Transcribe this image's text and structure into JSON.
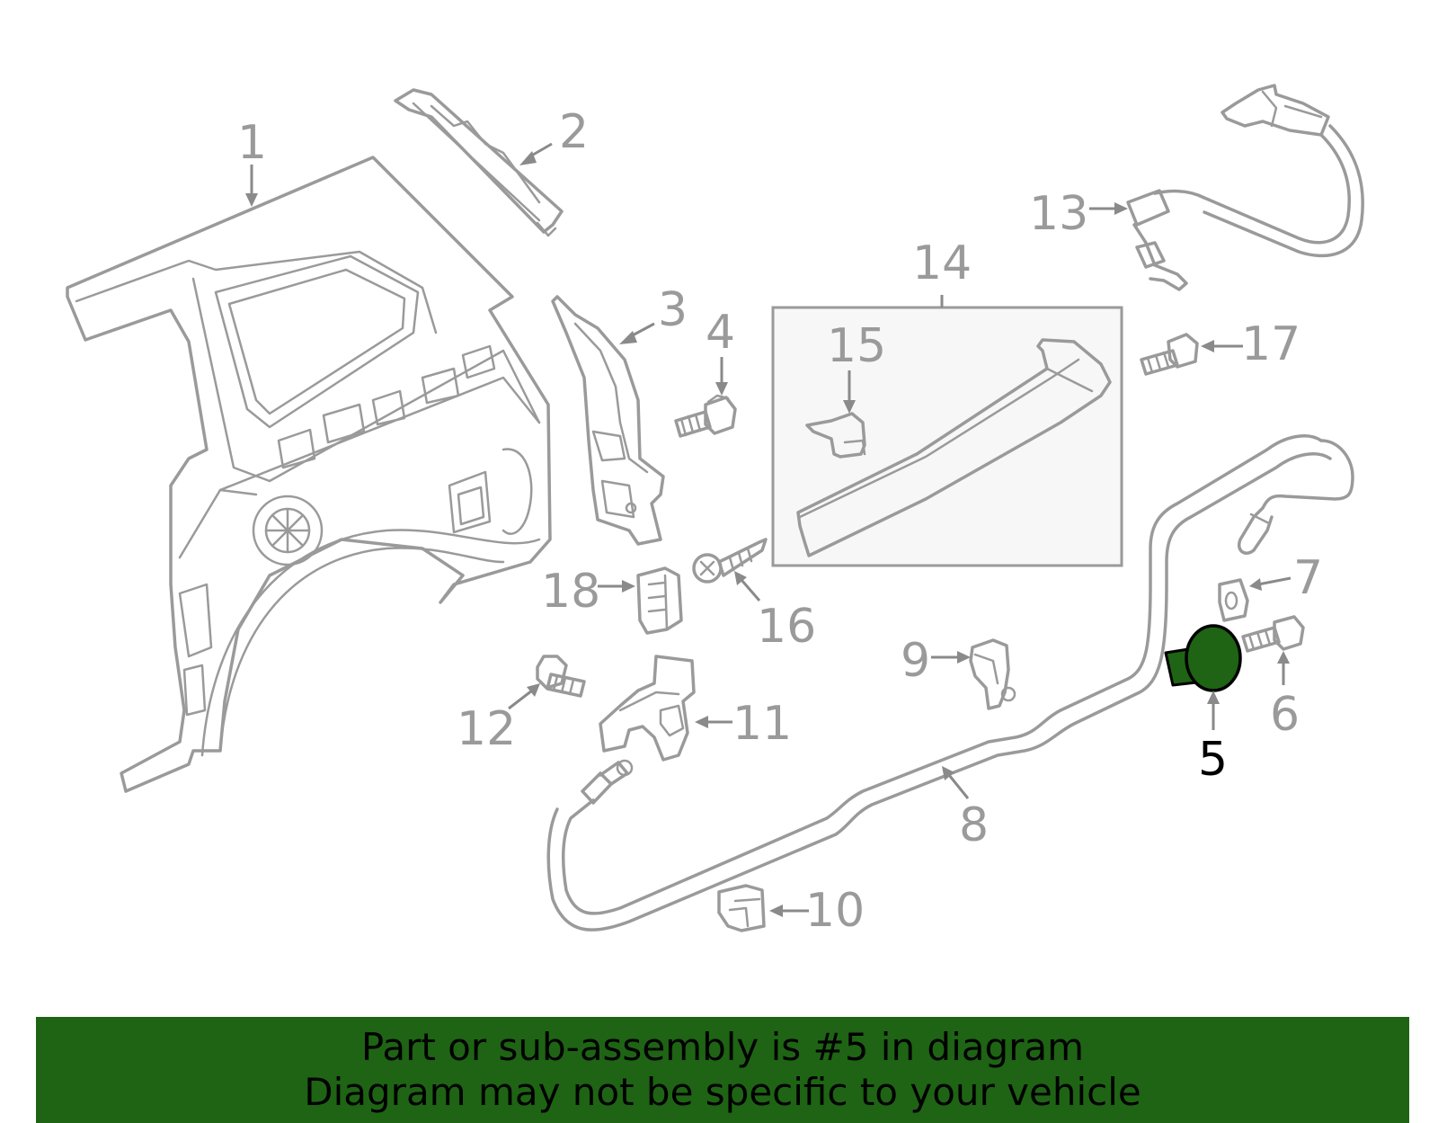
{
  "colors": {
    "part_stroke": "#9a9a9a",
    "highlight_fill": "#1e6414",
    "banner_background": "#1e6414",
    "highlight_label": "#000000"
  },
  "callouts": {
    "c1": "1",
    "c2": "2",
    "c3": "3",
    "c4": "4",
    "c5": "5",
    "c6": "6",
    "c7": "7",
    "c8": "8",
    "c9": "9",
    "c10": "10",
    "c11": "11",
    "c12": "12",
    "c13": "13",
    "c14": "14",
    "c15": "15",
    "c16": "16",
    "c17": "17",
    "c18": "18"
  },
  "highlighted_part": "5",
  "banner": {
    "line1": "Part or sub-assembly is #5 in diagram",
    "line2": "Diagram may not be specific to your vehicle"
  }
}
